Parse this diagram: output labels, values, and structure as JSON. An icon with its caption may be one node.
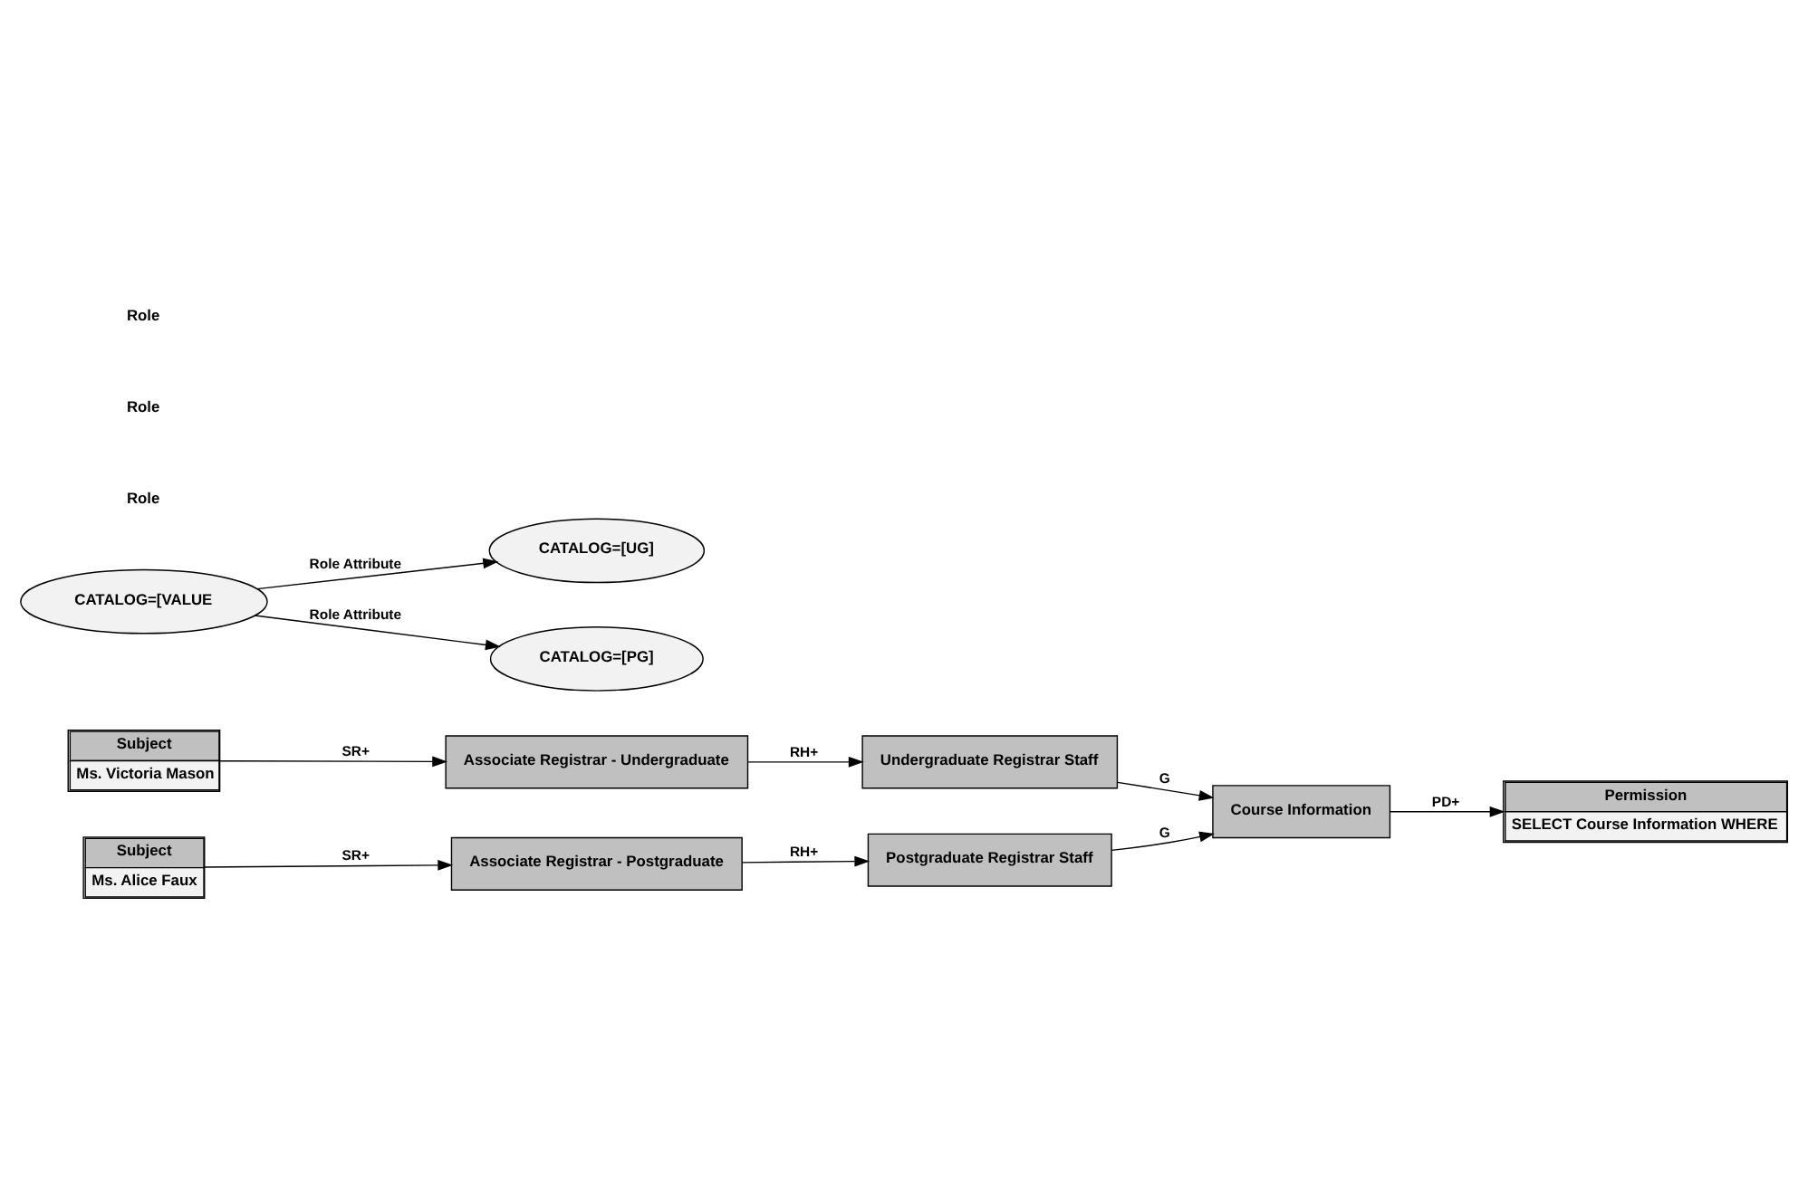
{
  "diagram": {
    "nodes": [
      {
        "text": [
          "Subject",
          "Ms. Victoria Mason"
        ]
      },
      {
        "text": [
          "Associate Registrar - Undergraduate"
        ]
      },
      {
        "text": [
          "CATALOG=[UG]"
        ]
      },
      {
        "text": [
          "Undergraduate Registrar Staff"
        ]
      },
      {
        "text": [
          "Course Information"
        ]
      },
      {
        "text": [
          "Permission",
          "SELECT Course Information WHERE"
        ]
      },
      {
        "text": [
          "CATALOG=[VALUE"
        ]
      },
      {
        "text": [
          "Postgraduate Registrar Staff"
        ]
      },
      {
        "text": [
          "Associate Registrar - Postgraduate"
        ]
      },
      {
        "text": [
          "CATALOG=[PG]"
        ]
      },
      {
        "text": [
          "Subject",
          "Ms. Alice Faux"
        ]
      }
    ],
    "edges": [
      {
        "from": 0,
        "to": 1,
        "arrow": "to",
        "label": "SR+"
      },
      {
        "from": 1,
        "to": 3,
        "arrow": "to",
        "label": "RH+"
      },
      {
        "from": 3,
        "to": 4,
        "arrow": "to",
        "label": "G"
      },
      {
        "from": 7,
        "to": 4,
        "arrow": "to",
        "label": "G"
      },
      {
        "from": 4,
        "to": 5,
        "arrow": "to",
        "label": "PD+"
      },
      {
        "from": 6,
        "to": 2,
        "arrow": "to",
        "label": "Role Attribute"
      },
      {
        "from": 6,
        "to": 9,
        "arrow": "to",
        "label": "Role Attribute"
      },
      {
        "from": 8,
        "to": 7,
        "arrow": "to",
        "label": "RH+"
      },
      {
        "from": 10,
        "to": 8,
        "arrow": "to",
        "label": "SR+"
      }
    ],
    "labels": [
      "Role",
      "Role",
      "Role"
    ]
  }
}
